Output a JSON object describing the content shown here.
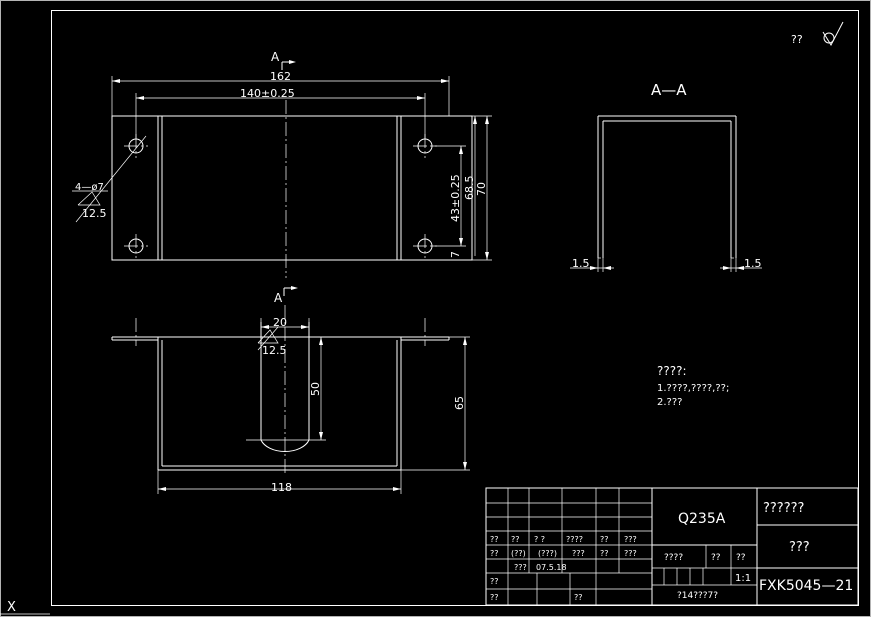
{
  "view_labels": {
    "a_top": "A",
    "a_bottom": "A",
    "section": "A—A"
  },
  "dimensions": {
    "overall_length": "162",
    "hole_spacing": "140±0.25",
    "hole_callout": "4—ø7",
    "roughness_top": "12.5",
    "height_overall": "70",
    "height_68": "68.5",
    "hole_vertical": "43±0.25",
    "offset_7": "7",
    "slot_width": "20",
    "roughness_slot": "12.5",
    "slot_depth": "50",
    "body_height": "65",
    "body_width": "118",
    "wall_left": "1.5",
    "wall_right": "1.5"
  },
  "roughness_corner": "??",
  "notes": {
    "title": "????:",
    "line1": "1.????,????,??;",
    "line2": "2.???"
  },
  "title_block": {
    "material": "Q235A",
    "company": "??????",
    "part_name": "???",
    "drawing_number": "FXK5045—21",
    "scale": "1:1",
    "sheet": "?14???7?",
    "stage_label": "????",
    "weight_label": "??",
    "scale_label": "??",
    "revision_headers": [
      "??",
      "??",
      "? ?",
      "????",
      "??",
      "???"
    ],
    "sign_row": [
      "??",
      "(??)",
      "(???)",
      "???",
      "??",
      "???"
    ],
    "designer_label": "???",
    "date": "07.5.18",
    "check_label": "??",
    "approve_label": "??",
    "approve_col": "??"
  },
  "ucs_label": "X"
}
